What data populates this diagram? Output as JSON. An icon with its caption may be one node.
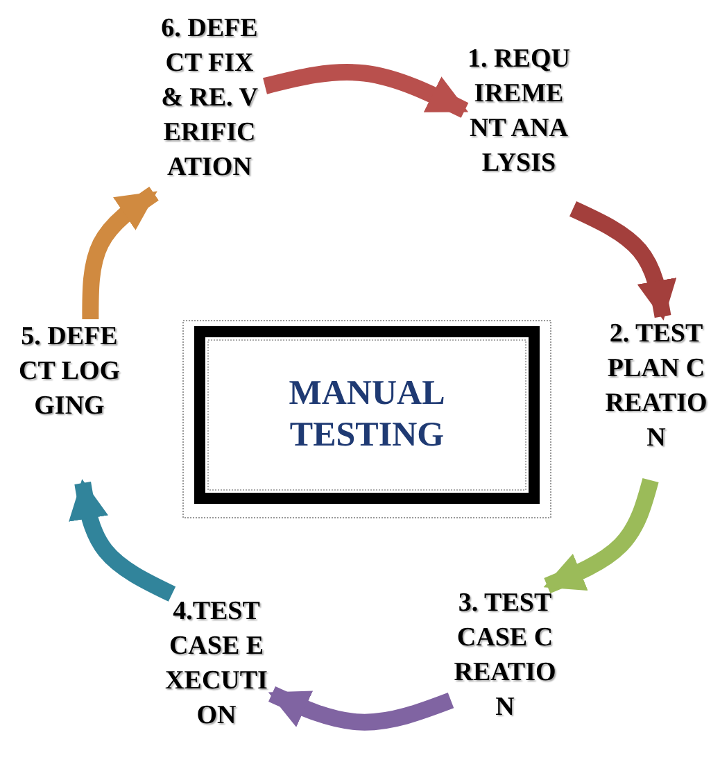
{
  "diagram": {
    "nodes": [
      {
        "text": [
          "MANUAL TESTING"
        ]
      },
      {
        "text": [
          "1. REQUIREMENT ANALYSIS"
        ]
      },
      {
        "text": [
          "2. TEST PLAN CREATION"
        ]
      },
      {
        "text": [
          "3. TESTCASE CREATION"
        ]
      },
      {
        "text": [
          "4.TEST CASE EXECUTION"
        ]
      },
      {
        "text": [
          "5. DEFECT LOGGING"
        ]
      },
      {
        "text": [
          "6. DEFECT FIX & RE. VERIFICATION"
        ]
      }
    ],
    "edges": [
      {
        "from": 6,
        "to": 1,
        "arrow": "to",
        "color": "#b9504d"
      },
      {
        "from": 1,
        "to": 2,
        "arrow": "to",
        "color": "#a33f3c"
      },
      {
        "from": 2,
        "to": 3,
        "arrow": "to",
        "color": "#9bbb59"
      },
      {
        "from": 3,
        "to": 4,
        "arrow": "to",
        "color": "#8064a2"
      },
      {
        "from": 4,
        "to": 5,
        "arrow": "to",
        "color": "#31849b"
      },
      {
        "from": 5,
        "to": 6,
        "arrow": "to",
        "color": "#d08a40"
      }
    ]
  }
}
